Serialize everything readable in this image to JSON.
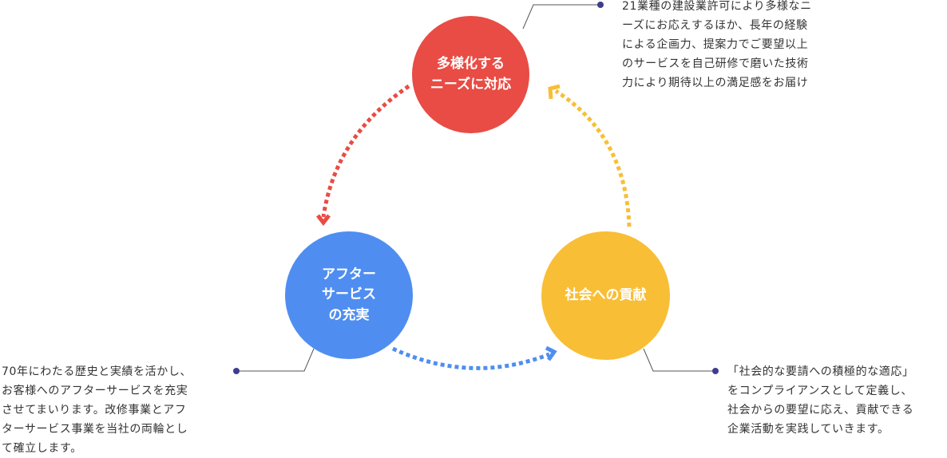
{
  "colors": {
    "top": "#E84C44",
    "left": "#4F8EF0",
    "right": "#F8BE36",
    "leader": "#3D3D8F",
    "leader_line": "#555555"
  },
  "nodes": {
    "top": {
      "label": "多様化する\nニーズに対応"
    },
    "left": {
      "label": "アフター\nサービス\nの充実"
    },
    "right": {
      "label": "社会への貢献"
    }
  },
  "descriptions": {
    "top": "21業種の建設業許可により多様なニ\nーズにお応えするほか、長年の経験\nによる企画力、提案力でご要望以上\nのサービスを自己研修で磨いた技術\n力により期待以上の満足感をお届け",
    "left": "70年にわたる歴史と実績を活かし、\nお客様へのアフターサービスを充実\nさせてまいります。改修事業とアフ\nターサービス事業を当社の両輪とし\nて確立します。",
    "right": "「社会的な要請への積極的な適応」\nをコンプライアンスとして定義し、\n社会からの要望に応え、貢献できる\n企業活動を実践していきます。"
  },
  "arrows": [
    {
      "from": "top",
      "to": "left",
      "style": "dotted",
      "color": "#E84C44"
    },
    {
      "from": "left",
      "to": "right",
      "style": "dotted",
      "color": "#4F8EF0"
    },
    {
      "from": "right",
      "to": "top",
      "style": "dotted",
      "color": "#F8BE36"
    }
  ]
}
